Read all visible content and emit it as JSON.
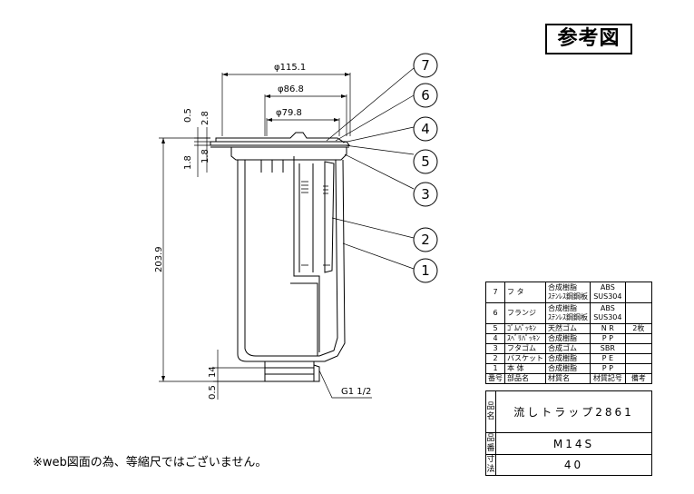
{
  "badge": "参考図",
  "note": "※web図面の為、等縮尺ではございません。",
  "dimensions": {
    "d1": "φ115.1",
    "d2": "φ86.8",
    "d3": "φ79.8",
    "t1": "0.5",
    "t2": "2.8",
    "t3": "1.8",
    "t4": "1.8",
    "height": "203.9",
    "b1": "14",
    "b2": "0.5",
    "thread": "G1 1/2"
  },
  "callouts": [
    "7",
    "6",
    "4",
    "5",
    "3",
    "2",
    "1"
  ],
  "parts_table": {
    "rows": [
      {
        "no": "7",
        "name": "フ タ",
        "material": "合成樹脂\nｽﾃﾝﾚｽ鋼鋼板",
        "code": "ABS\nSUS304",
        "remark": ""
      },
      {
        "no": "6",
        "name": "フランジ",
        "material": "合成樹脂\nｽﾃﾝﾚｽ鋼鋼板",
        "code": "ABS\nSUS304",
        "remark": ""
      },
      {
        "no": "5",
        "name": "ｺﾞﾑﾊﾟｯｷﾝ",
        "material": "天然ゴム",
        "code": "N R",
        "remark": "2枚"
      },
      {
        "no": "4",
        "name": "ｽﾍﾞﾘﾊﾟｯｷﾝ",
        "material": "合成樹脂",
        "code": "P P",
        "remark": ""
      },
      {
        "no": "3",
        "name": "フタゴム",
        "material": "合成ゴム",
        "code": "SBR",
        "remark": ""
      },
      {
        "no": "2",
        "name": "バスケット",
        "material": "合成樹脂",
        "code": "P E",
        "remark": ""
      },
      {
        "no": "1",
        "name": "本 体",
        "material": "合成樹脂",
        "code": "P P",
        "remark": ""
      }
    ],
    "header": {
      "no": "番号",
      "name": "部品名",
      "material": "材質名",
      "code": "材質記号",
      "remark": "備考"
    }
  },
  "title_block": {
    "name_label": "品名",
    "name_value": "流しトラップ2861",
    "number_label": "品番",
    "number_value": "M14S",
    "scale_label": "寸法",
    "scale_value": "40"
  }
}
